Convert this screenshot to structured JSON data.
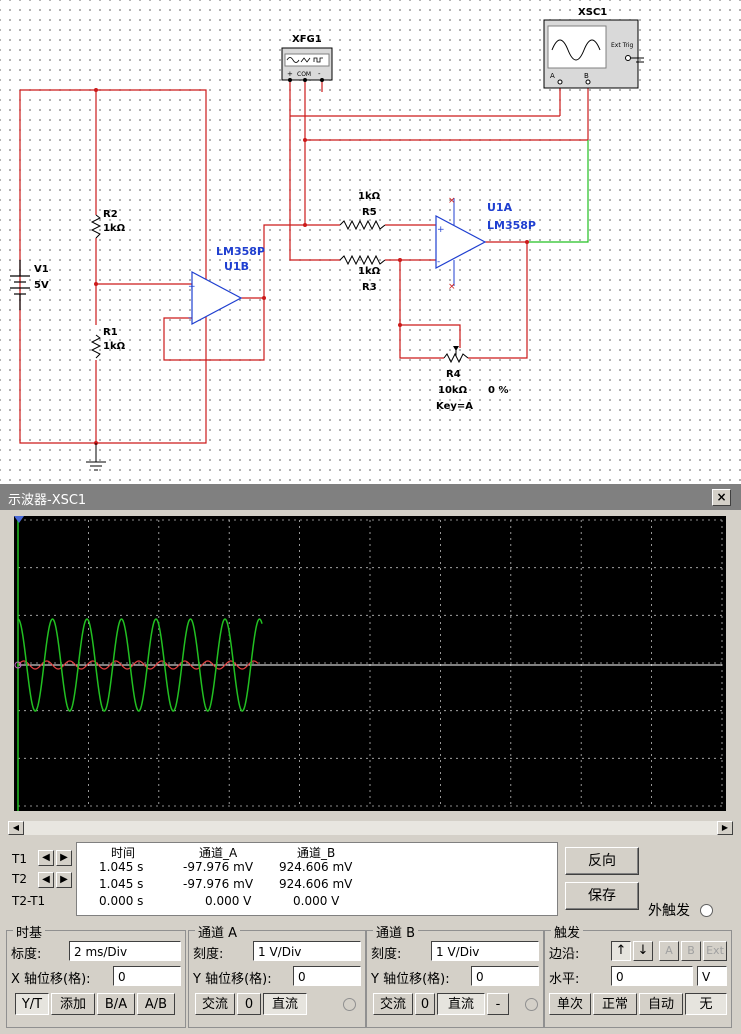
{
  "schematic": {
    "xfg_label": "XFG1",
    "xfg_terms": {
      "plus": "+",
      "com": "COM",
      "minus": "-"
    },
    "xsc_label": "XSC1",
    "xsc_ext": "Ext Trig",
    "xsc_a": "A",
    "xsc_b": "B",
    "v1": {
      "name": "V1",
      "value": "5V"
    },
    "r1": {
      "name": "R1",
      "value": "1kΩ"
    },
    "r2": {
      "name": "R2",
      "value": "1kΩ"
    },
    "r3": {
      "name": "R3",
      "value": "1kΩ"
    },
    "r5": {
      "name": "R5",
      "value": "1kΩ"
    },
    "r4": {
      "name": "R4",
      "value": "10kΩ",
      "percent": "0 %",
      "key": "Key=A"
    },
    "u1a": {
      "name": "U1A",
      "part": "LM358P"
    },
    "u1b": {
      "name": "U1B",
      "part": "LM358P"
    },
    "opamp_signs": {
      "plus": "+",
      "minus": "-"
    }
  },
  "scope": {
    "title": "示波器-XSC1",
    "close": "×",
    "trace_a_color": "#e04040",
    "trace_b_color": "#22c022",
    "readout": {
      "headers": {
        "time": "时间",
        "ch_a": "通道_A",
        "ch_b": "通道_B"
      },
      "rows": [
        {
          "label": "T1",
          "time": "1.045 s",
          "a": "-97.976 mV",
          "b": "924.606 mV"
        },
        {
          "label": "T2",
          "time": "1.045 s",
          "a": "-97.976 mV",
          "b": "924.606 mV"
        },
        {
          "label": "T2-T1",
          "time": "0.000 s",
          "a": "0.000 V",
          "b": "0.000 V"
        }
      ]
    },
    "buttons": {
      "reverse": "反向",
      "save": "保存",
      "ext_trigger": "外触发"
    },
    "timebase": {
      "title": "时基",
      "scale_label": "标度:",
      "scale": "2 ms/Div",
      "xpos_label": "X 轴位移(格):",
      "xpos": "0",
      "modes": [
        "Y/T",
        "添加",
        "B/A",
        "A/B"
      ]
    },
    "channel_a": {
      "title": "通道 A",
      "scale_label": "刻度:",
      "scale": "1  V/Div",
      "ypos_label": "Y 轴位移(格):",
      "ypos": "0",
      "coupling": [
        "交流",
        "0",
        "直流"
      ]
    },
    "channel_b": {
      "title": "通道 B",
      "scale_label": "刻度:",
      "scale": "1  V/Div",
      "ypos_label": "Y 轴位移(格):",
      "ypos": "0",
      "coupling": [
        "交流",
        "0",
        "直流",
        "-"
      ]
    },
    "trigger": {
      "title": "触发",
      "edge_label": "边沿:",
      "edge_rise": "↑",
      "edge_fall": "↓",
      "src": [
        "A",
        "B",
        "Ext"
      ],
      "level_label": "水平:",
      "level": "0",
      "level_unit": "V",
      "modes": [
        "单次",
        "正常",
        "自动",
        "无"
      ]
    }
  }
}
